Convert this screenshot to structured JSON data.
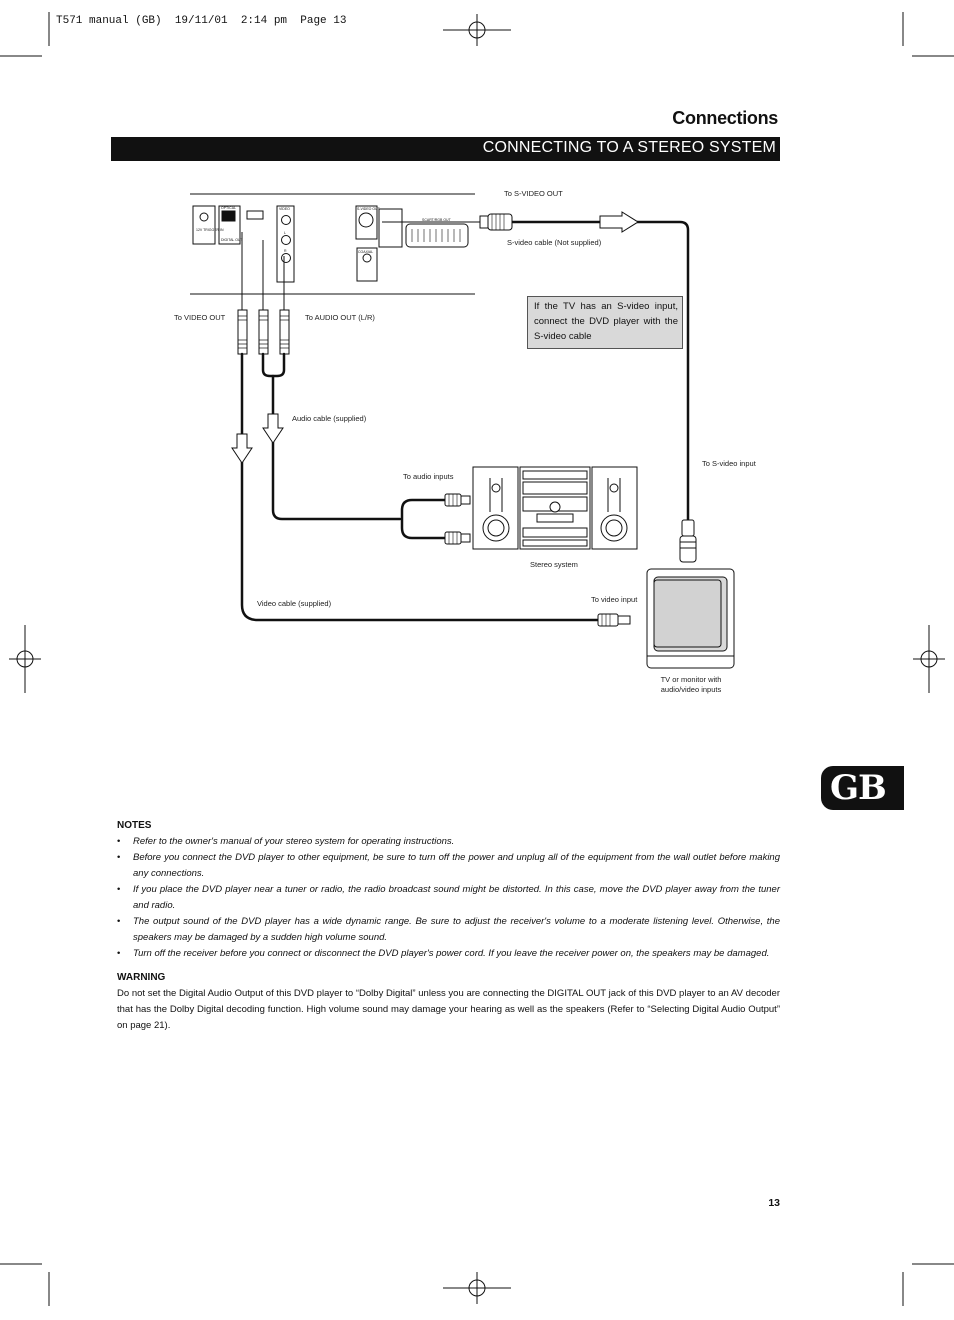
{
  "slug": "T571 manual (GB)  19/11/01  2:14 pm  Page 13",
  "section_title": "Connections",
  "page_heading": "CONNECTING TO A STEREO SYSTEM",
  "diagram": {
    "labels": {
      "to_s_video_out": "To S-VIDEO OUT",
      "s_video_cable": "S-video cable (Not supplied)",
      "to_video_out": "To VIDEO OUT",
      "to_audio_out": "To AUDIO OUT (L/R)",
      "audio_cable": "Audio cable (supplied)",
      "to_s_video_input": "To S-video input",
      "to_audio_inputs": "To audio inputs",
      "stereo_system": "Stereo system",
      "video_cable": "Video cable (supplied)",
      "to_video_input": "To video input",
      "tv_line1": "TV or monitor with",
      "tv_line2": "audio/video inputs"
    },
    "panel_labels": {
      "optical": "OPTICAL",
      "digital_out": "DIGITAL OUT",
      "on_ext": "12V TRIGGER IN",
      "video": "VIDEO",
      "audio_l": "L",
      "audio_r": "R",
      "s_video": "S-VIDEO OUT",
      "coaxial": "COAXIAL",
      "scart": "SCART/RGB OUT"
    },
    "tip": "If the TV has an S-video input, connect the DVD player with the S-video cable"
  },
  "tab_label": "GB",
  "notes": {
    "heading": "NOTES",
    "items": [
      "Refer to the owner's manual of your stereo system for operating instructions.",
      "Before you connect the DVD player to other equipment, be sure to turn off the power and unplug all of the equipment from the wall outlet before making any connections.",
      "If you place the DVD player near a tuner or radio, the radio broadcast sound might be distorted. In this case, move the DVD player away from the tuner and radio.",
      "The output sound of the DVD player has a wide dynamic range. Be sure to adjust the receiver's volume to a moderate listening level. Otherwise, the speakers may be damaged by a sudden high volume sound.",
      "Turn off the receiver before you connect or disconnect the DVD player's power cord. If you leave the receiver power on, the speakers may be damaged."
    ]
  },
  "warning": {
    "heading": "WARNING",
    "text": "Do not set the Digital Audio Output of this DVD player to “Dolby Digital” unless you are connecting the DIGITAL OUT jack of this DVD player to an AV decoder that has the Dolby Digital decoding function. High volume sound may damage your hearing as well as the speakers (Refer to “Selecting Digital Audio Output” on page 21)."
  },
  "page_number": "13"
}
